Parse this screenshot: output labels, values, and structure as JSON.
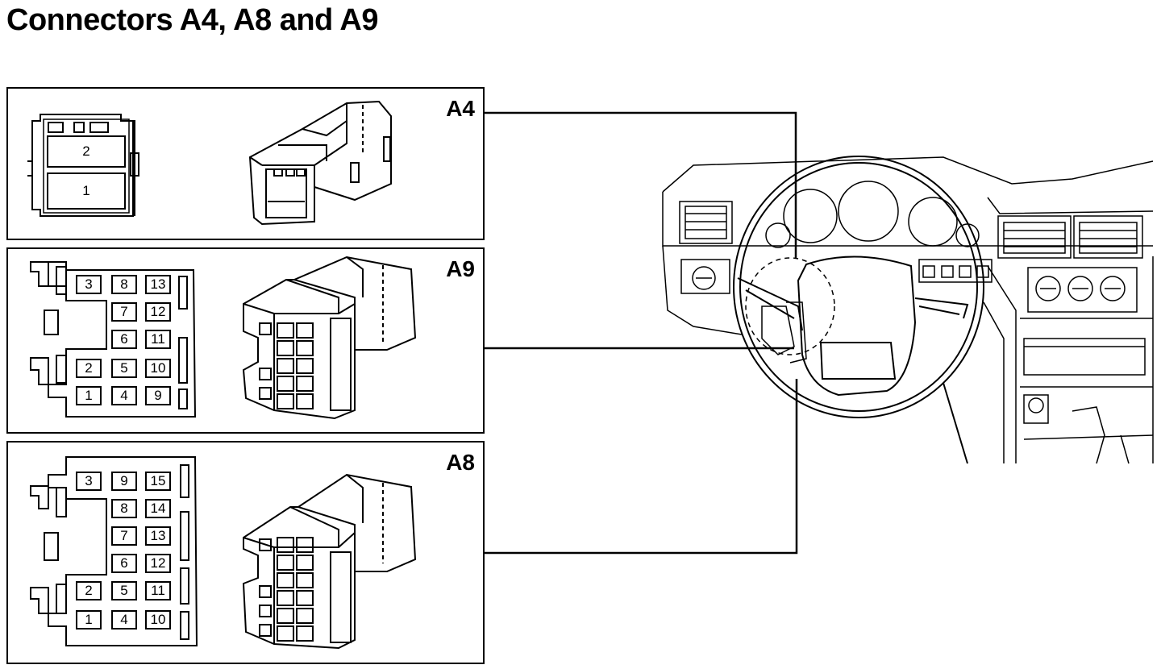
{
  "title": "Connectors A4, A8 and A9",
  "panels": {
    "a4": {
      "label": "A4",
      "pins": [
        "2",
        "1"
      ]
    },
    "a9": {
      "label": "A9",
      "pins": [
        "3",
        "8",
        "13",
        "7",
        "12",
        "6",
        "11",
        "2",
        "5",
        "10",
        "1",
        "4",
        "9"
      ]
    },
    "a8": {
      "label": "A8",
      "pins": [
        "3",
        "9",
        "15",
        "8",
        "14",
        "7",
        "13",
        "6",
        "12",
        "2",
        "5",
        "11",
        "1",
        "4",
        "10"
      ]
    }
  }
}
